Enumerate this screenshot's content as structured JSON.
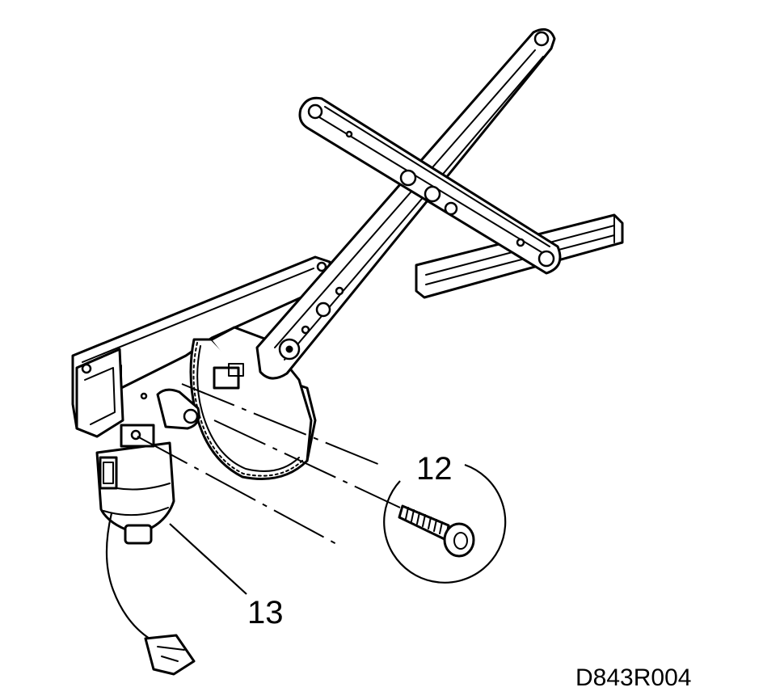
{
  "figure": {
    "drawing_code": "D843R004",
    "callouts": [
      {
        "id": "12",
        "label": "12",
        "part": "screw"
      },
      {
        "id": "13",
        "label": "13",
        "part": "motor"
      }
    ]
  },
  "colors": {
    "ink": "#000000",
    "paper": "#ffffff"
  },
  "icons": [
    "screw-icon",
    "motor-icon",
    "connector-icon"
  ]
}
